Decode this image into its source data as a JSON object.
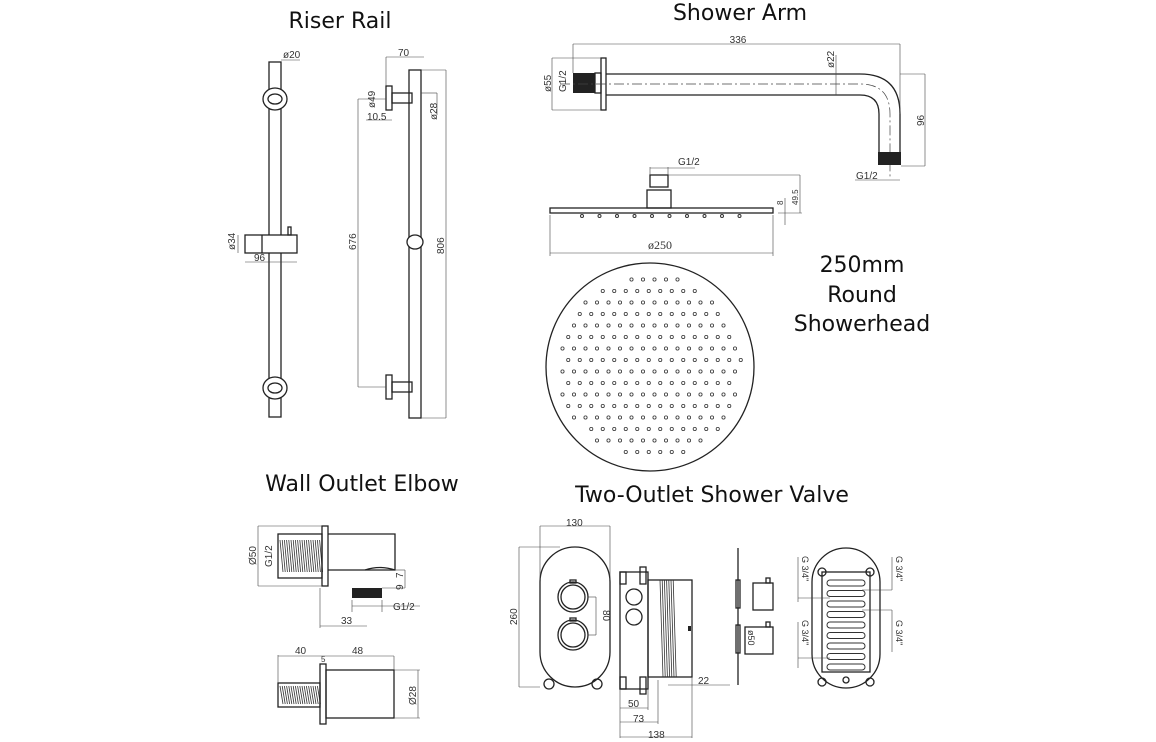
{
  "titles": {
    "riser_rail": "Riser Rail",
    "shower_arm": "Shower Arm",
    "showerhead_line1": "250mm",
    "showerhead_line2": "Round",
    "showerhead_line3": "Showerhead",
    "wall_outlet": "Wall Outlet Elbow",
    "valve": "Two-Outlet Shower Valve"
  },
  "riser": {
    "d20": "ø20",
    "d34": "ø34",
    "w96": "96",
    "w70": "70",
    "d49": "ø49",
    "w10_5": "10.5",
    "d28": "ø28",
    "h676": "676",
    "h806": "806"
  },
  "arm": {
    "l336": "336",
    "d55": "ø55",
    "g12a": "G1/2",
    "d22": "ø22",
    "h96": "96",
    "g12b": "G1/2"
  },
  "head": {
    "g12": "G1/2",
    "h8": "8",
    "h49_5": "49.5",
    "d250": "ø250"
  },
  "outlet": {
    "d50": "Ø50",
    "g12a": "G1/2",
    "h9": "9",
    "h7": "7",
    "w33": "33",
    "g12b": "G1/2",
    "w40": "40",
    "w5": "5",
    "w48": "48",
    "d28": "Ø28"
  },
  "valve": {
    "w130": "130",
    "h260": "260",
    "c80": "80",
    "w22": "22",
    "w50": "50",
    "w73": "73",
    "w138": "138",
    "d50": "ø50",
    "g34a": "G 3/4\"",
    "g34b": "G 3/4\"",
    "g34c": "G 3/4\"",
    "g34d": "G 3/4\""
  }
}
